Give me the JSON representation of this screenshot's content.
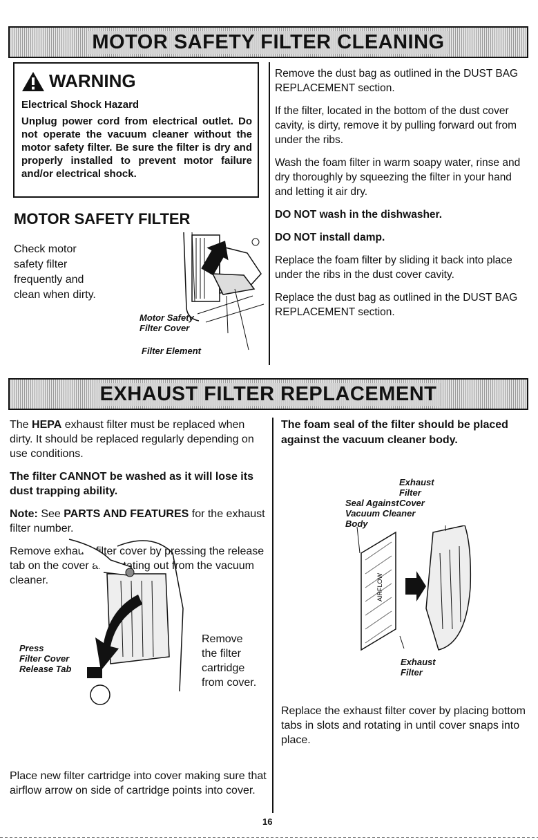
{
  "section1": {
    "banner": "MOTOR SAFETY FILTER CLEANING",
    "warning": {
      "title": "WARNING",
      "subtitle": "Electrical Shock Hazard",
      "body": "Unplug power cord from electrical outlet. Do not operate the vacuum cleaner without the motor safety filter. Be sure the filter is dry and properly installed to prevent motor failure and/or electrical shock."
    },
    "heading": "MOTOR SAFETY FILTER",
    "check_text": "Check motor safety filter frequently and clean when dirty.",
    "fig_labels": {
      "cover_line1": "Motor Safety",
      "cover_line2": "Filter Cover",
      "element": "Filter Element"
    },
    "right": {
      "p1": "Remove the dust bag as outlined in the DUST BAG REPLACEMENT section.",
      "p2": "If the filter, located in the bottom of the dust cover cavity, is dirty, remove it by pulling forward out from under the ribs.",
      "p3": "Wash the foam filter in warm soapy water, rinse and dry thoroughly by squeezing the filter in your hand and letting it air dry.",
      "p4": "DO NOT wash in the dishwasher.",
      "p5": "DO NOT install damp.",
      "p6": "Replace the foam filter by sliding it back into place under the ribs in the dust cover cavity.",
      "p7": "Replace the dust bag as outlined in the DUST BAG REPLACEMENT section."
    }
  },
  "section2": {
    "banner": "EXHAUST FILTER REPLACEMENT",
    "left": {
      "p1_pre": "The ",
      "p1_bold": "HEPA",
      "p1_post": " exhaust filter must be replaced when dirty. It should be replaced regularly depending on use conditions.",
      "p2": "The filter CANNOT be washed as it will lose its dust trapping ability.",
      "p3_note": "Note:",
      "p3_see": " See ",
      "p3_bold": "PARTS AND FEATURES",
      "p3_post": " for the exhaust filter number.",
      "p4": "Remove exhaust filter cover by pressing the release tab on the cover and rotating out from the vacuum cleaner.",
      "fig_press_1": "Press",
      "fig_press_2": "Filter Cover",
      "fig_press_3": "Release Tab",
      "fig_remove_1": "Remove",
      "fig_remove_2": "the filter",
      "fig_remove_3": "cartridge",
      "fig_remove_4": "from cover.",
      "p5": "Place new filter cartridge into cover making sure that airflow arrow on side of cartridge points into cover."
    },
    "right": {
      "p1": "The foam seal of the filter should be placed against the vacuum cleaner body.",
      "fig_exhaust_filter_cover_1": "Exhaust",
      "fig_exhaust_filter_cover_2": "Filter",
      "fig_exhaust_filter_cover_3": "Cover",
      "fig_seal_1": "Seal Against",
      "fig_seal_2": "Vacuum Cleaner",
      "fig_seal_3": "Body",
      "fig_airflow": "AIRFLOW",
      "fig_exhaust_filter_1": "Exhaust",
      "fig_exhaust_filter_2": "Filter",
      "p2": "Replace the exhaust filter cover by placing bottom tabs in slots and rotating in until cover snaps into place."
    }
  },
  "page_number": "16"
}
